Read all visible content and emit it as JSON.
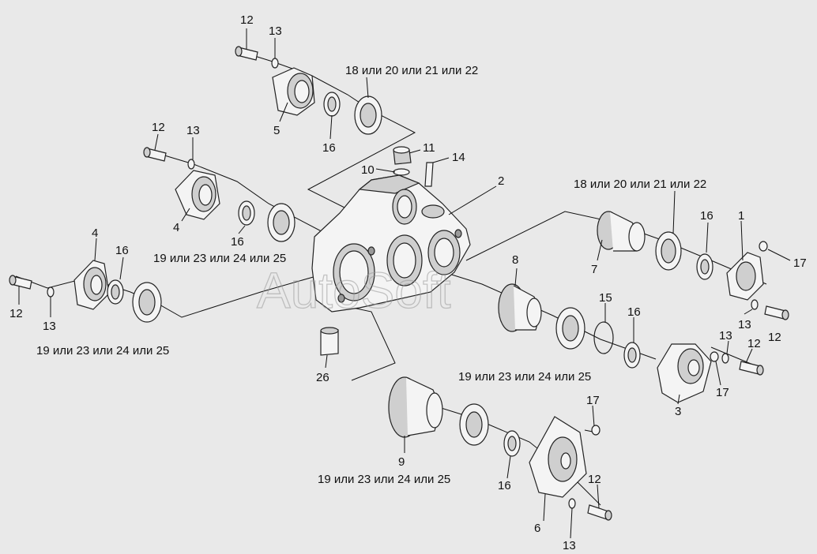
{
  "watermark": "AutoSoft",
  "callouts": {
    "c1": "1",
    "c2": "2",
    "c3": "3",
    "c4a": "4",
    "c4b": "4",
    "c5": "5",
    "c6": "6",
    "c7": "7",
    "c8": "8",
    "c9": "9",
    "c10": "10",
    "c11": "11",
    "c12a": "12",
    "c12b": "12",
    "c12c": "12",
    "c12d": "12",
    "c12e": "12",
    "c12f": "12",
    "c13a": "13",
    "c13b": "13",
    "c13c": "13",
    "c13d": "13",
    "c13e": "13",
    "c13f": "13",
    "c14": "14",
    "c15": "15",
    "c16a": "16",
    "c16b": "16",
    "c16c": "16",
    "c16d": "16",
    "c16e": "16",
    "c16f": "16",
    "c17a": "17",
    "c17b": "17",
    "c17c": "17",
    "c26": "26",
    "b18a": "18 или 20 или 21 или 22",
    "b18b": "18 или 20 или 21 или 22",
    "b19a": "19 или 23 или 24 или 25",
    "b19b": "19 или 23 или 24 или 25",
    "b19c": "19 или 23 или 24 или 25",
    "b19d": "19 или 23 или 24 или 25"
  }
}
